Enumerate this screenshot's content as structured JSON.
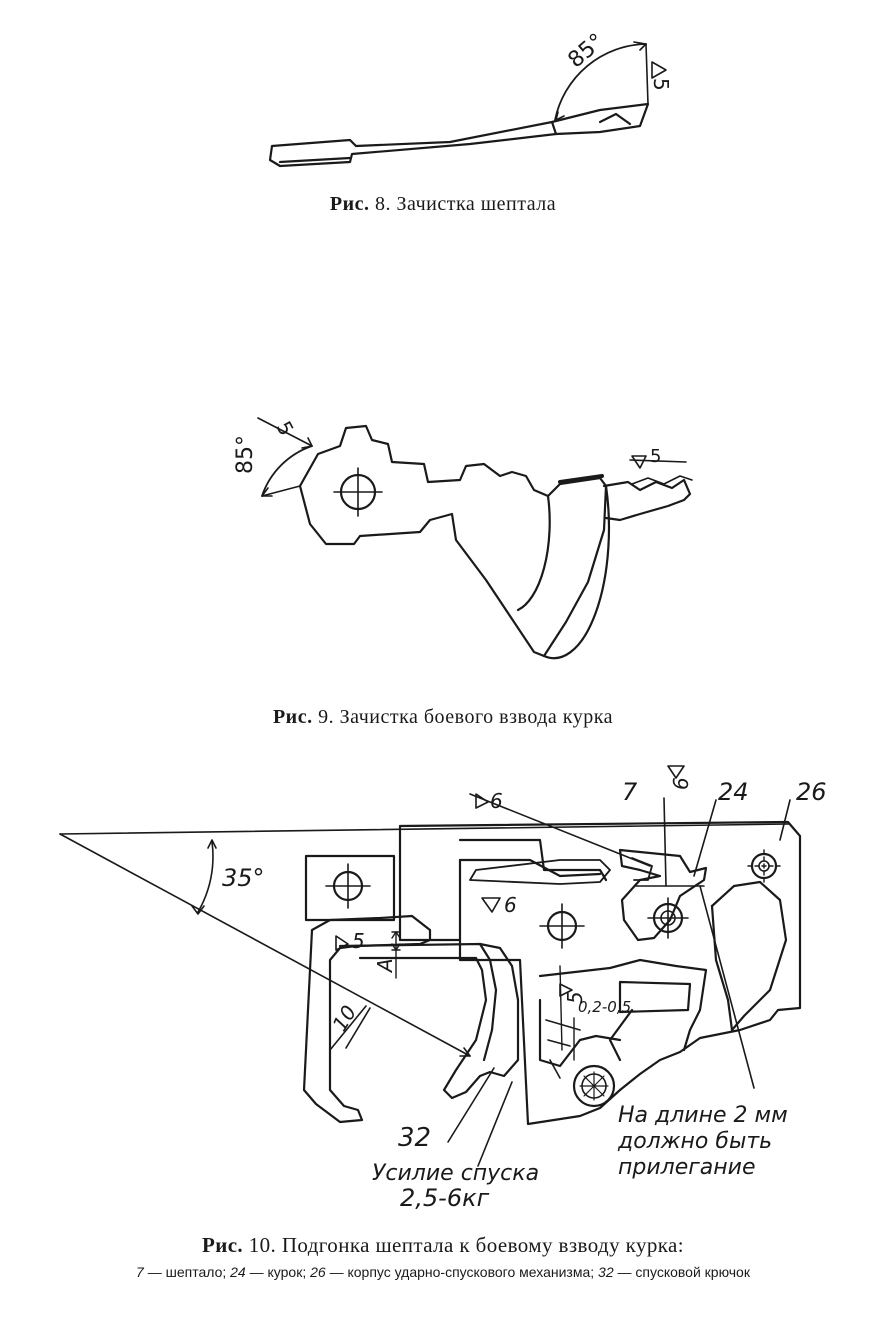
{
  "fig8": {
    "angle": "85°",
    "roughness": "5",
    "caption_prefix": "Рис.",
    "caption_number": "8.",
    "caption_text": "Зачистка шептала"
  },
  "fig9": {
    "angle": "85°",
    "roughness_left": "5",
    "roughness_right": "5",
    "caption_prefix": "Рис.",
    "caption_number": "9.",
    "caption_text": "Зачистка боевого взвода курка"
  },
  "fig10": {
    "angle": "35°",
    "label_7": "7",
    "label_24": "24",
    "label_26": "26",
    "label_32": "32",
    "roughness_6a": "6",
    "roughness_6b": "6",
    "roughness_6c": "6",
    "roughness_5a": "5",
    "roughness_5b": "5",
    "label_A": "А",
    "dim_10": "10",
    "gap": "0,2-0,5",
    "note_line1": "На длине 2 мм",
    "note_line2": "должно быть",
    "note_line3": "прилегание",
    "force_line1": "Усилие спуска",
    "force_line2": "2,5-6кг",
    "caption_prefix": "Рис.",
    "caption_number": "10.",
    "caption_text": "Подгонка шептала к боевому взводу курка:",
    "legend_7_num": "7",
    "legend_7": "— шептало;",
    "legend_24_num": "24",
    "legend_24": "— курок;",
    "legend_26_num": "26",
    "legend_26": "— корпус ударно-спускового механизма;",
    "legend_32_num": "32",
    "legend_32": "— спусковой крючок"
  }
}
